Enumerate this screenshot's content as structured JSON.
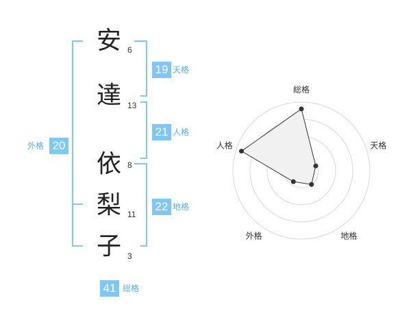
{
  "colors": {
    "accent": "#7fc8f5",
    "accent_text": "#5aaee8",
    "bracket": "#7fc8f5",
    "ring": "#d9d9d9",
    "polygon_fill": "#f1f1f1",
    "polygon_stroke": "#333333",
    "point": "#333333",
    "center": "#cccccc"
  },
  "name": {
    "characters": [
      {
        "char": "安",
        "strokes": "6"
      },
      {
        "char": "達",
        "strokes": "13"
      },
      {
        "char": "依",
        "strokes": "8"
      },
      {
        "char": "梨",
        "strokes": "11"
      },
      {
        "char": "子",
        "strokes": "3"
      }
    ]
  },
  "kakusu": {
    "ten": {
      "value": "19",
      "label": "天格"
    },
    "jin": {
      "value": "21",
      "label": "人格"
    },
    "chi": {
      "value": "22",
      "label": "地格"
    },
    "gai": {
      "value": "20",
      "label": "外格"
    },
    "sou": {
      "value": "41",
      "label": "総格"
    }
  },
  "chart_data": {
    "type": "radar",
    "axes": [
      "総格",
      "天格",
      "地格",
      "外格",
      "人格"
    ],
    "values": [
      0.9,
      0.22,
      0.25,
      0.2,
      0.92
    ],
    "max": 1,
    "rings": 4,
    "legend": "none"
  }
}
